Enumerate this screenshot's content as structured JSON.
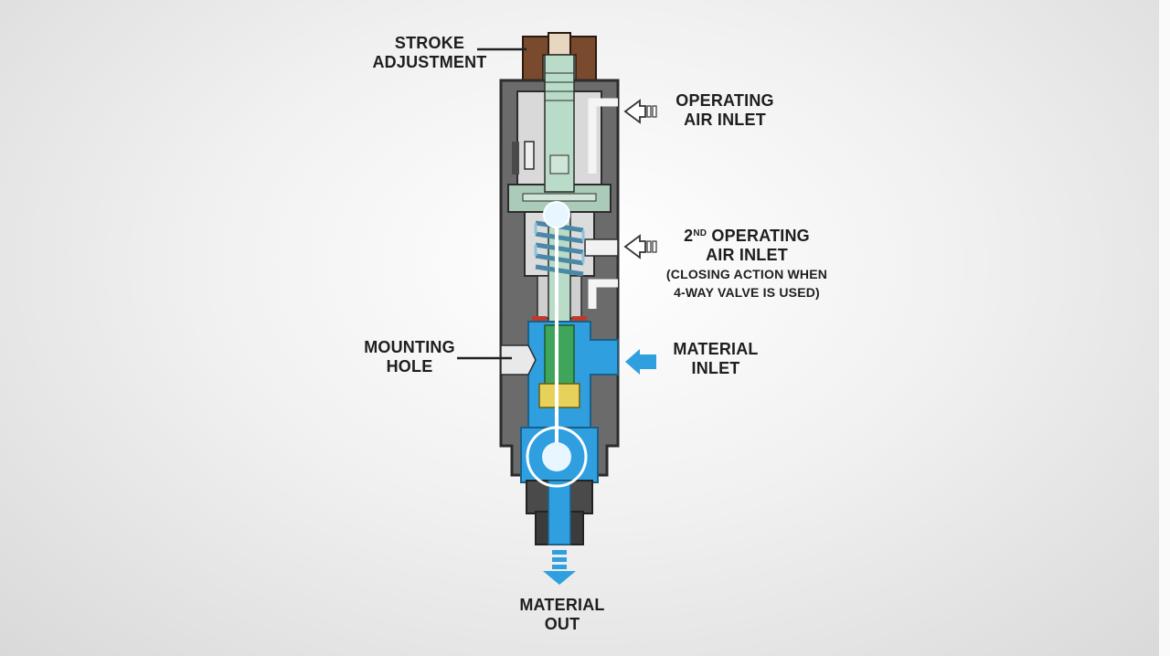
{
  "labels": {
    "stroke_adjustment": [
      "STROKE",
      "ADJUSTMENT"
    ],
    "operating_air_inlet": [
      "OPERATING",
      "AIR INLET"
    ],
    "second_air_inlet": {
      "ordinal": "2",
      "ordinal_suffix": "ND",
      "line1_rest": " OPERATING",
      "line2": "AIR INLET",
      "note1": "(CLOSING  ACTION  WHEN",
      "note2": "4-WAY VALVE IS USED)"
    },
    "mounting_hole": [
      "MOUNTING",
      "HOLE"
    ],
    "material_inlet": [
      "MATERIAL",
      "INLET"
    ],
    "material_out": [
      "MATERIAL",
      "OUT"
    ]
  },
  "colors": {
    "body_gray": "#6b6b6b",
    "body_dark": "#4a4a4a",
    "stem_green": "#b9dcc8",
    "spring_blue": "#8cc3d8",
    "fluid_blue": "#2f9fe0",
    "cap_brown": "#7a4a2e",
    "seal_red": "#c0392b",
    "seal_yellow": "#e6d25a",
    "indicator_white": "#ffffff"
  }
}
